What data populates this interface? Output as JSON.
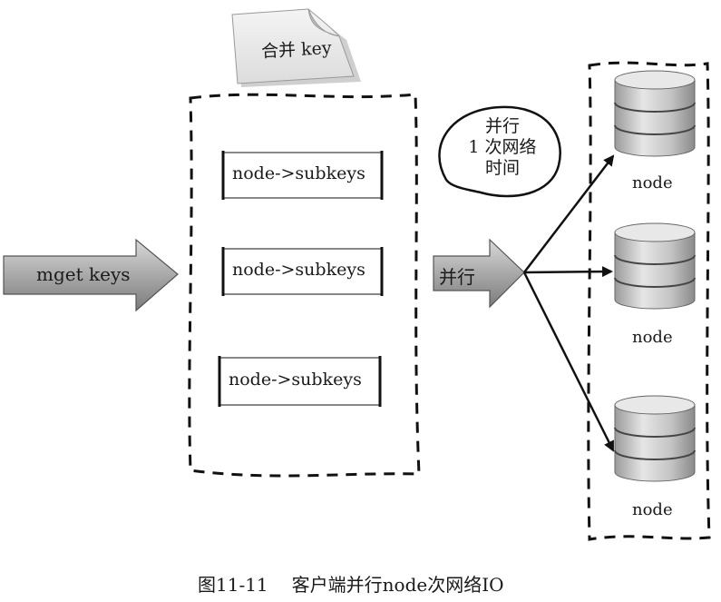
{
  "note": {
    "label": "合并 key"
  },
  "input_arrow": {
    "label": "mget keys"
  },
  "subkey_boxes": [
    {
      "label": "node->subkeys"
    },
    {
      "label": "node->subkeys"
    },
    {
      "label": "node->subkeys"
    }
  ],
  "bubble": {
    "lines": [
      "并行",
      "1 次网络",
      "时间"
    ]
  },
  "parallel_arrow": {
    "label": "并行"
  },
  "nodes": [
    {
      "label": "node"
    },
    {
      "label": "node"
    },
    {
      "label": "node"
    }
  ],
  "caption": {
    "figure": "图11-11",
    "title": "客户端并行node次网络IO"
  }
}
